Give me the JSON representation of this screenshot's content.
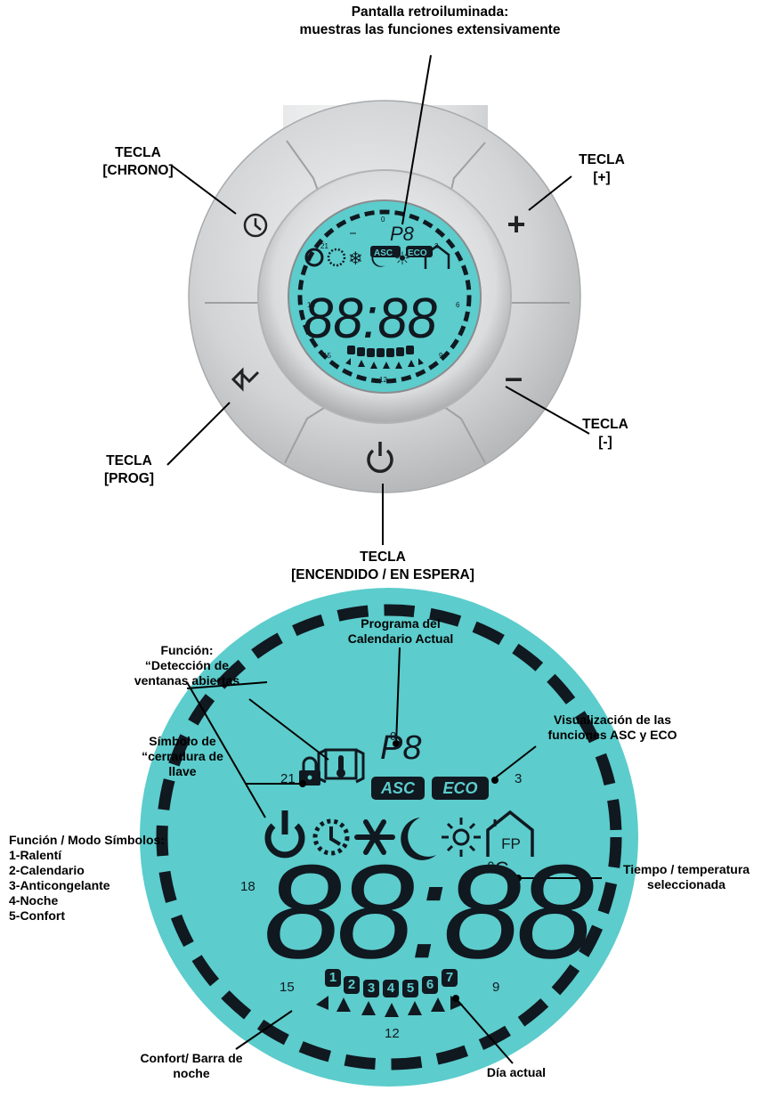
{
  "top": {
    "screen_label": [
      "Pantalla retroiluminada:",
      "muestras las funciones extensivamente"
    ],
    "chrono_label": [
      "TECLA",
      "[CHRONO]"
    ],
    "plus_label": [
      "TECLA",
      "[+]"
    ],
    "minus_label": [
      "TECLA",
      "[-]"
    ],
    "prog_label": [
      "TECLA",
      "[PROG]"
    ],
    "power_label": [
      "TECLA",
      "[ENCENDIDO / EN ESPERA]"
    ],
    "plus_symbol": "+",
    "minus_symbol": "–"
  },
  "lcd": {
    "program": "P8",
    "digits": "88:88",
    "unit": "°C",
    "asc": "ASC",
    "eco": "ECO",
    "fp": "FP",
    "hours": {
      "top": "0",
      "right": "6",
      "bottom": "12",
      "left": "18",
      "upper_left": "21",
      "upper_right": "3",
      "lower_left": "15",
      "lower_right": "9"
    },
    "days": [
      "1",
      "2",
      "3",
      "4",
      "5",
      "6",
      "7"
    ]
  },
  "bottom": {
    "window_label": [
      "Función:",
      "“Detección de",
      "ventanas abiertas"
    ],
    "program_label": [
      "Programa del",
      "Calendario Actual"
    ],
    "asc_eco_label": [
      "Visualización de las",
      "funciones ASC y ECO"
    ],
    "lock_label": [
      "Símbolo de",
      "“cerradura de",
      "llave"
    ],
    "modes_label": [
      "Función / Modo Símbolos:",
      "1-Ralentí",
      "2-Calendario",
      "3-Anticongelante",
      "4-Noche",
      "5-Confort"
    ],
    "time_label": [
      "Tiempo / temperatura",
      "seleccionada"
    ],
    "bar_label": [
      "Confort/ Barra de",
      "noche"
    ],
    "day_label": [
      "Día actual"
    ]
  },
  "colors": {
    "lcd": "#5ccccc",
    "lcd_dark": "#101820",
    "device": "#d4d6d8",
    "device_light": "#eeeff0"
  }
}
